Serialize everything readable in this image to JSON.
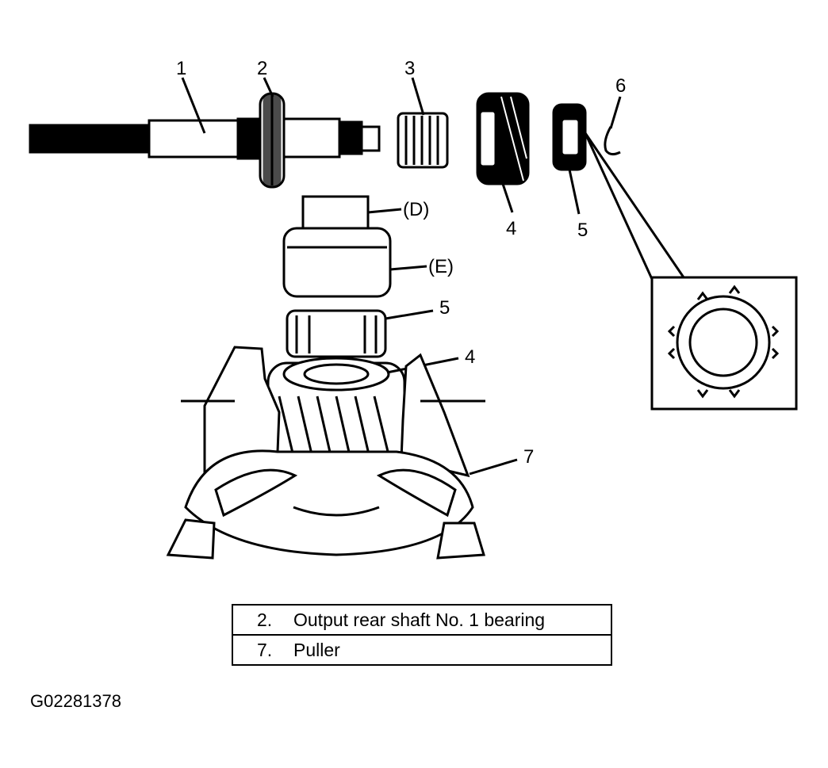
{
  "callouts": {
    "c1": "1",
    "c2": "2",
    "c3": "3",
    "c4_top": "4",
    "c5_top": "5",
    "c6": "6",
    "d": "(D)",
    "e": "(E)",
    "c5_mid": "5",
    "c4_mid": "4",
    "c7": "7"
  },
  "legend": [
    {
      "num": "2.",
      "text": "Output rear shaft No. 1 bearing"
    },
    {
      "num": "7.",
      "text": "Puller"
    }
  ],
  "figure_id": "G02281378"
}
